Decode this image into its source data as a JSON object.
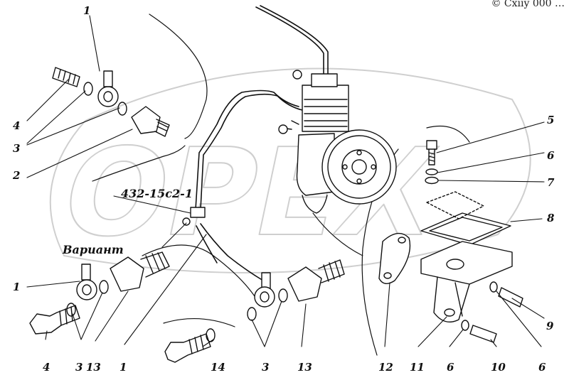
{
  "corner_text": "© Сxiiy 000 …",
  "watermark": "OPEX",
  "variant_label": "Вариант",
  "part_code": "432-15с2-1",
  "callouts": {
    "c1a": "1",
    "c4a": "4",
    "c3a": "3",
    "c2": "2",
    "c5": "5",
    "c6a": "6",
    "c7": "7",
    "c8": "8",
    "c1b": "1",
    "c4b": "4",
    "c3b": "3",
    "c13a": "13",
    "c1c": "1",
    "c14": "14",
    "c3c": "3",
    "c13b": "13",
    "c12": "12",
    "c11": "11",
    "c6b": "6",
    "c10": "10",
    "c9": "9",
    "c6c": "6"
  },
  "colors": {
    "ink": "#111111",
    "watermark": "#d9d9d9",
    "paper": "#ffffff"
  }
}
